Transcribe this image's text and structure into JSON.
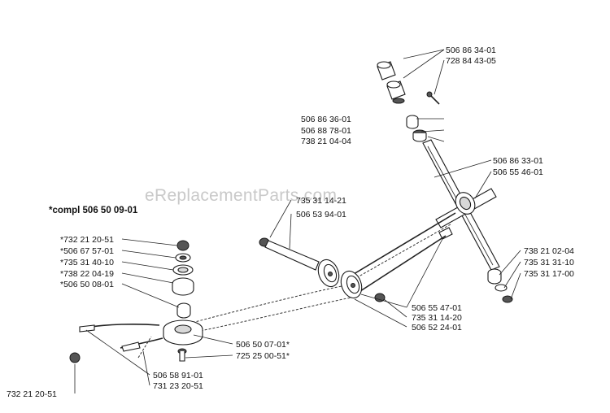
{
  "watermark": "eReplacementParts.com",
  "kit_label": "*compl 506 50 09-01",
  "labels": {
    "pn_506863401": "506 86 34-01",
    "pn_728844305": "728 84 43-05",
    "pn_506863601": "506 86 36-01",
    "pn_506887801": "506 88 78-01",
    "pn_738210404": "738 21 04-04",
    "pn_506863301": "506 86 33-01",
    "pn_506554601": "506 55 46-01",
    "pn_735311421": "735 31 14-21",
    "pn_506539401": "506 53 94-01",
    "pn_738210204": "738 21 02-04",
    "pn_735313110": "735 31 31-10",
    "pn_735311700": "735 31 17-00",
    "pn_506554701": "506 55 47-01",
    "pn_735311420": "735 31 14-20",
    "pn_506522401": "506 52 24-01",
    "pn_732212051a": "*732 21 20-51",
    "pn_506675701": "*506 67 57-01",
    "pn_735314010": "*735 31 40-10",
    "pn_738220419": "*738 22 04-19",
    "pn_506500801": "*506 50 08-01",
    "pn_506500701": "506 50 07-01*",
    "pn_725250051": "725 25 00-51*",
    "pn_506589101": "506 58 91-01",
    "pn_731232051": "731 23 20-51",
    "pn_732212051b": "732 21 20-51"
  }
}
